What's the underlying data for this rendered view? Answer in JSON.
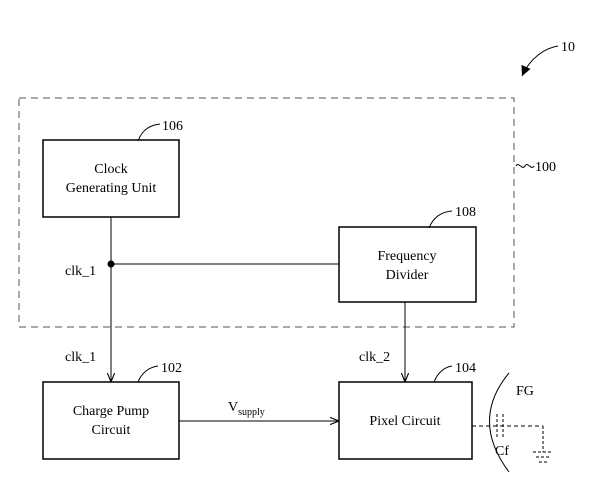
{
  "refs": {
    "system": "10",
    "group": "100",
    "clock_unit": "106",
    "freq_divider": "108",
    "charge_pump": "102",
    "pixel": "104"
  },
  "blocks": {
    "clock_unit": {
      "line1": "Clock",
      "line2": "Generating Unit"
    },
    "freq_divider": {
      "line1": "Frequency",
      "line2": "Divider"
    },
    "charge_pump": {
      "line1": "Charge Pump",
      "line2": "Circuit"
    },
    "pixel": {
      "label": "Pixel Circuit"
    }
  },
  "signals": {
    "clk1_top": "clk_1",
    "clk1_bottom": "clk_1",
    "clk2": "clk_2",
    "vsupply_main": "V",
    "vsupply_sub": "supply"
  },
  "labels": {
    "fg": "FG",
    "cf": "Cf"
  },
  "colors": {
    "stroke": "#000000",
    "background": "#ffffff"
  }
}
